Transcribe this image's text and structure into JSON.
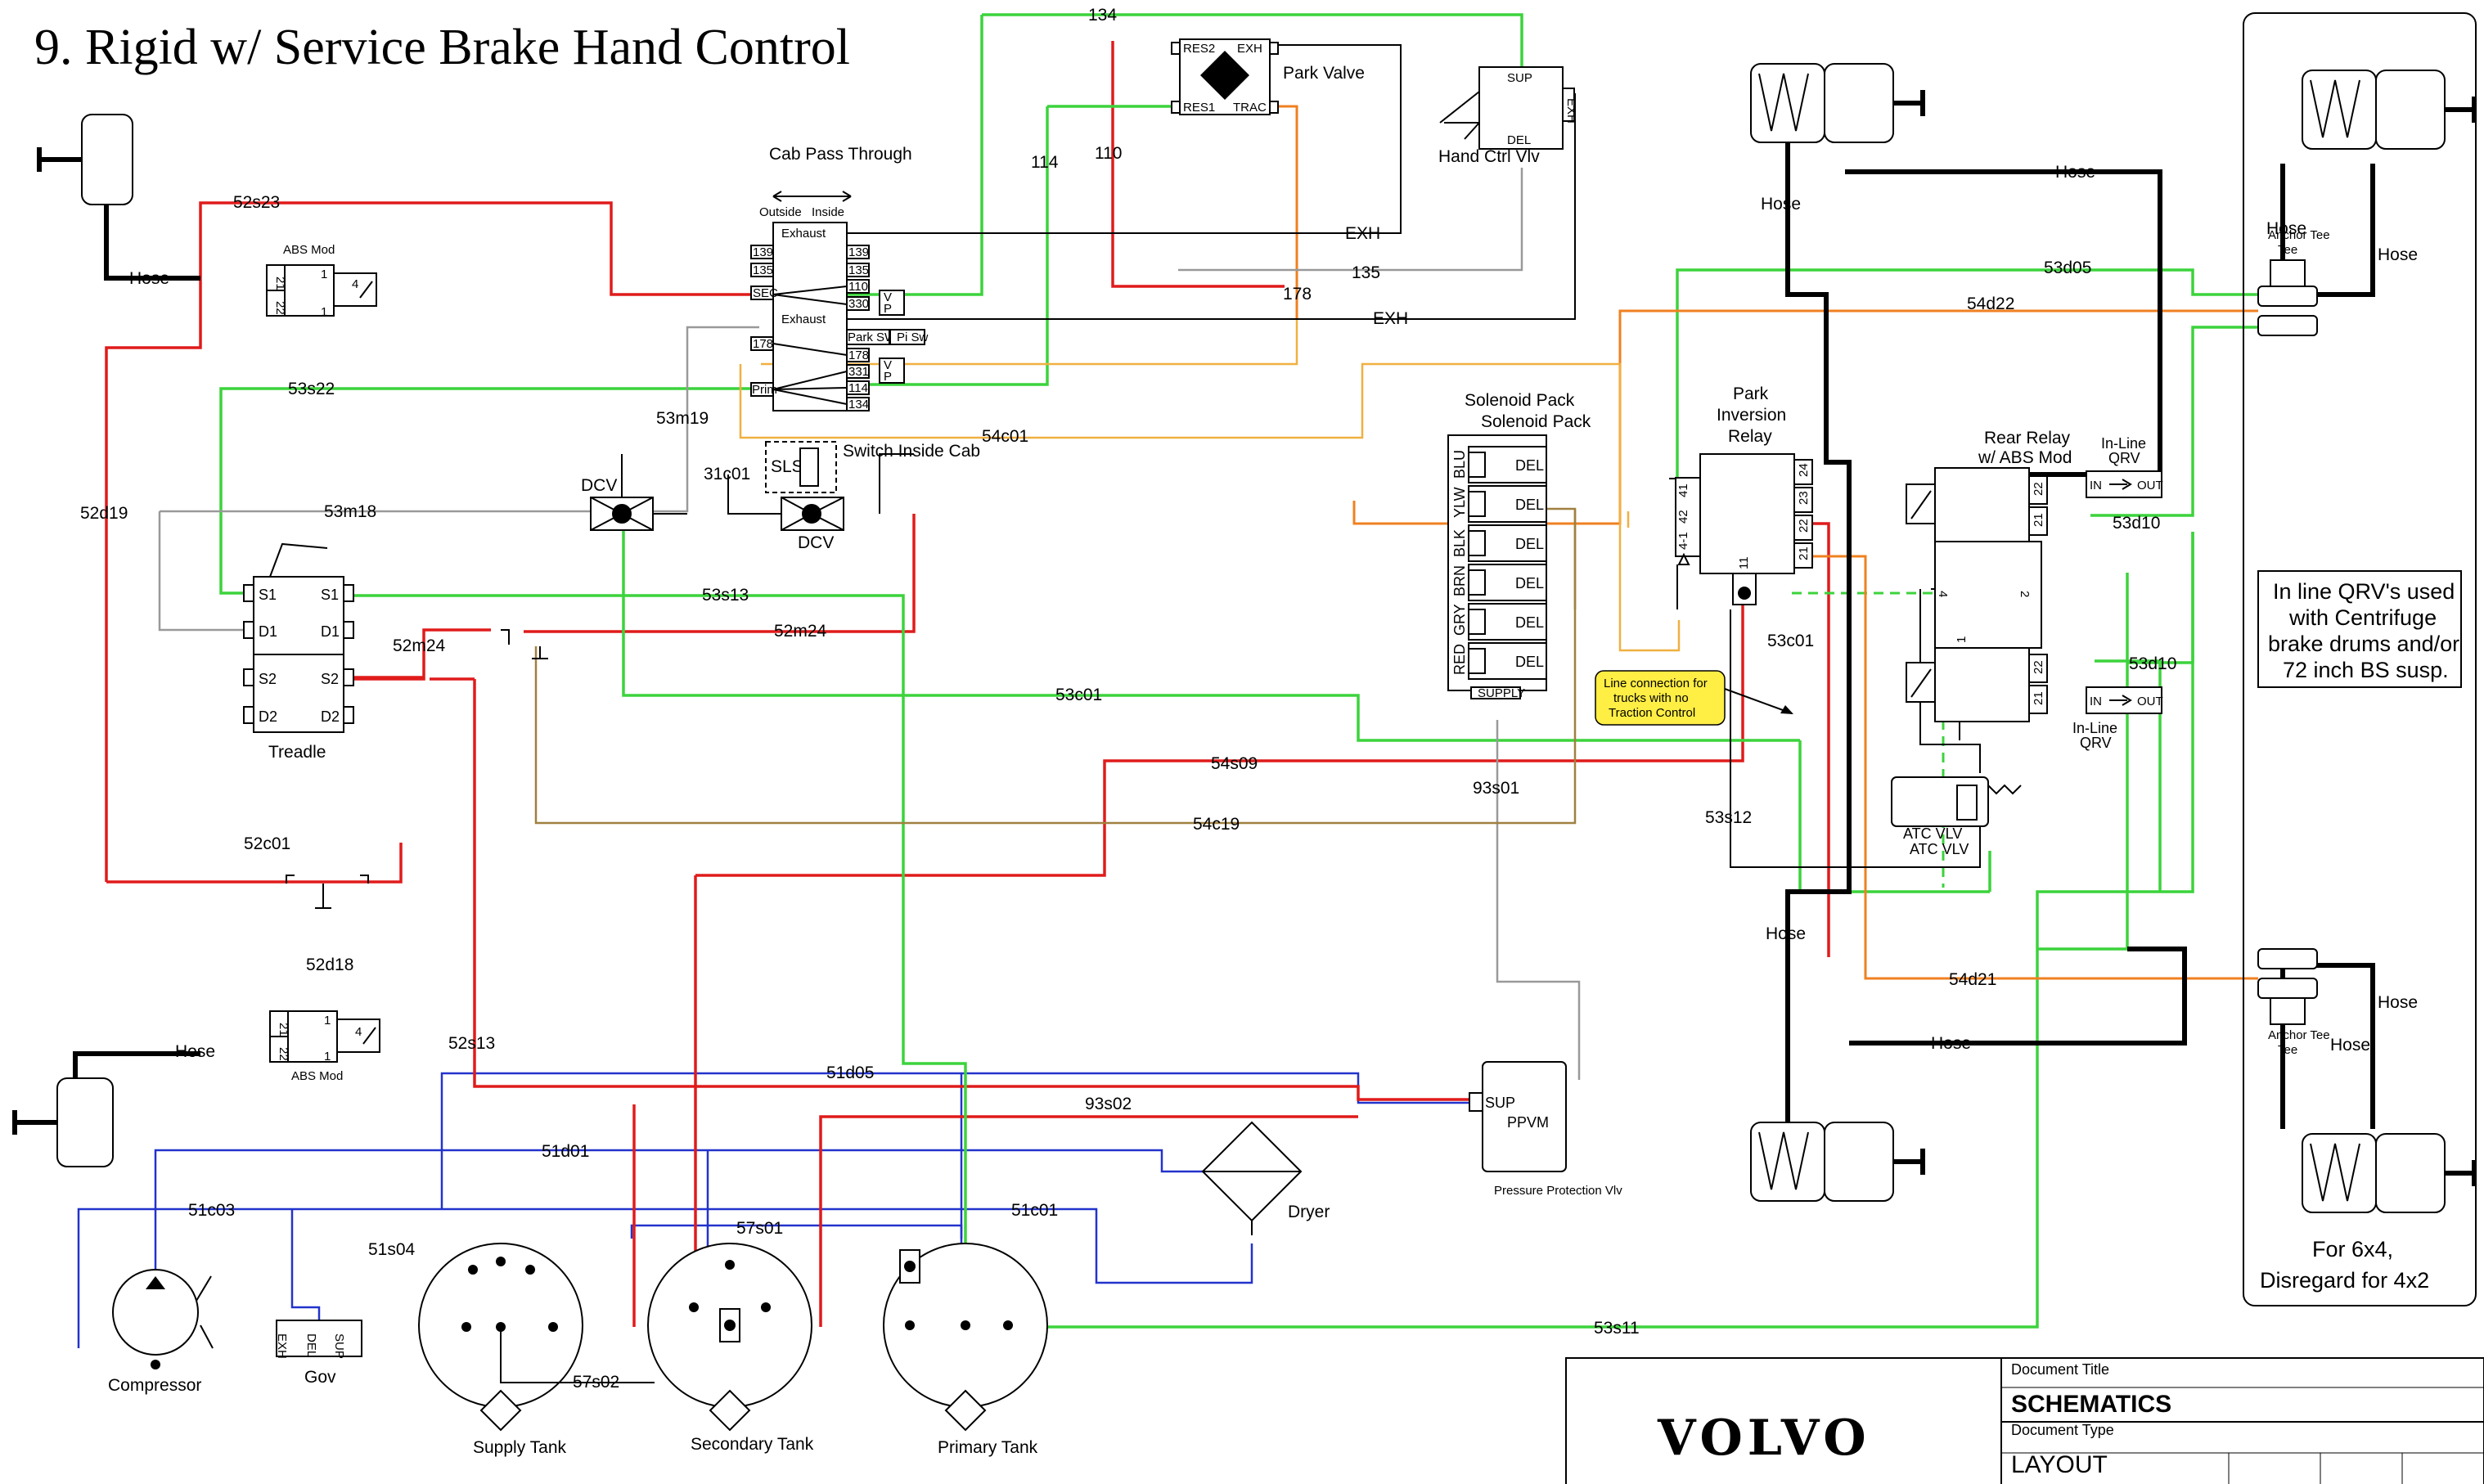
{
  "page": {
    "title": "9. Rigid w/ Service Brake Hand Control"
  },
  "components": {
    "abs_mod": "ABS Mod",
    "treadle": "Treadle",
    "cab_pass_through": "Cab Pass Through",
    "outside": "Outside",
    "inside": "Inside",
    "exhaust": "Exhaust",
    "park_valve": "Park Valve",
    "hand_ctrl_vlv": "Hand Ctrl Vlv",
    "dcv": "DCV",
    "switch_inside_cab": "Switch Inside Cab",
    "sls": "SLS",
    "solenoid_pack": "Solenoid Pack",
    "supply": "SUPPLY",
    "park_inversion_relay": "Park Inversion Relay",
    "rear_relay": "Rear Relay w/ ABS Mod",
    "inline_qrv": "In-Line QRV",
    "anchor_tee": "Anchor Tee",
    "atc_vlv": "ATC VLV",
    "ppvm": "PPVM",
    "pressure_protection_vlv": "Pressure Protection Vlv",
    "dryer": "Dryer",
    "compressor": "Compressor",
    "gov": "Gov",
    "supply_tank": "Supply Tank",
    "secondary_tank": "Secondary Tank",
    "primary_tank": "Primary Tank",
    "hose": "Hose",
    "exh": "EXH"
  },
  "port_labels": {
    "res1": "RES1",
    "res2": "RES2",
    "exh": "EXH",
    "trac": "TRAC",
    "sup": "SUP",
    "del": "DEL",
    "s1": "S1",
    "d1": "D1",
    "s2": "S2",
    "d2": "D2",
    "p21": "21",
    "p22": "22",
    "p1": "1",
    "p4": "4",
    "p2": "2",
    "p23": "23",
    "p24": "24",
    "p41": "41",
    "p42": "42",
    "p11": "11",
    "p4_1": "4-1",
    "in": "IN",
    "out": "OUT",
    "park_sw": "Park SW",
    "pi_sw": "Pi Sw",
    "v": "V",
    "p": "P",
    "pt139": "139",
    "pt135": "135",
    "pt110": "110",
    "pt330": "330",
    "pt178": "178",
    "pt331": "331",
    "pt114": "114",
    "pt134": "134",
    "sec": "SEC",
    "prim": "Prim",
    "gov_exh": "EXH",
    "gov_del": "DEL",
    "gov_sup": "SUP",
    "sol_colors": [
      "BLU",
      "YLW",
      "BLK",
      "BRN",
      "GRY",
      "RED"
    ]
  },
  "line_labels": {
    "l134": "134",
    "l110": "110",
    "l114": "114",
    "l135": "135",
    "l178": "178",
    "l52s23": "52s23",
    "l53s22": "53s22",
    "l53m19": "53m19",
    "l31c01": "31c01",
    "l53m18": "53m18",
    "l52d19": "52d19",
    "l53s13": "53s13",
    "l52m24": "52m24",
    "l53c01": "53c01",
    "l53c01b": "53c01",
    "l54s09": "54s09",
    "l54c19": "54c19",
    "l93s01": "93s01",
    "l53s12": "53s12",
    "l54c01": "54c01",
    "l52c01": "52c01",
    "l52d18": "52d18",
    "l52s13": "52s13",
    "l51d05": "51d05",
    "l93s02": "93s02",
    "l51d01": "51d01",
    "l51c03": "51c03",
    "l51c01": "51c01",
    "l57s01": "57s01",
    "l51s04": "51s04",
    "l57s02": "57s02",
    "l53s11": "53s11",
    "l53d05": "53d05",
    "l54d22": "54d22",
    "l53d10": "53d10",
    "l53d10b": "53d10",
    "l54d21": "54d21"
  },
  "notes": {
    "line_connection": [
      "Line connection for",
      "trucks with no",
      "Traction Control"
    ],
    "inline_qrv_note": [
      "In line QRV's used",
      "with Centrifuge",
      "brake drums and/or",
      "72 inch BS susp."
    ],
    "six_by_four": [
      "For 6x4,",
      "Disregard for 4x2"
    ]
  },
  "title_block": {
    "logo": "VOLVO",
    "document_title_label": "Document Title",
    "document_title": "SCHEMATICS",
    "document_type_label": "Document Type",
    "document_type": "LAYOUT"
  },
  "colors": {
    "primary_circuit": "#3cd33c",
    "secondary_circuit": "#e01b1b",
    "supply_circuit": "#2233cc",
    "trailer_circuit": "#f08020",
    "control_grey": "#999999",
    "control_brown": "#a08040",
    "note_fill": "#ffee44"
  }
}
